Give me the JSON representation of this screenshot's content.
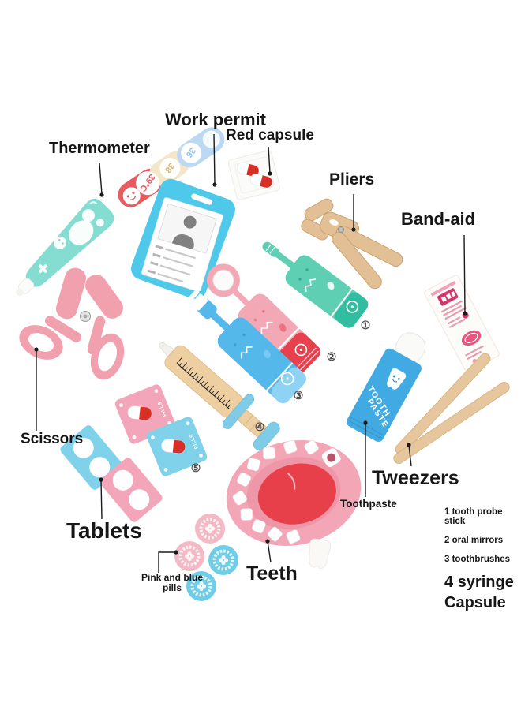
{
  "labels": {
    "thermometer": "Thermometer",
    "work_permit": "Work permit",
    "red_capsule": "Red capsule",
    "pliers": "Pliers",
    "band_aid": "Band-aid",
    "scissors": "Scissors",
    "tablets": "Tablets",
    "pink_blue_pills_line1": "Pink and blue",
    "pink_blue_pills_line2": "pills",
    "teeth": "Teeth",
    "toothpaste": "Toothpaste",
    "tweezers": "Tweezers"
  },
  "legend": [
    "1 tooth probe stick",
    "2 oral mirrors",
    "3 toothbrushes",
    "4 syringe",
    "Capsule"
  ],
  "markers": [
    "①",
    "②",
    "③",
    "④",
    "⑤"
  ],
  "strip": {
    "readings": [
      "39°C",
      "38",
      "36"
    ]
  },
  "toothpaste_tube": {
    "line1": "TOOTH",
    "line2": "PASTE"
  },
  "packs": {
    "text": "PILLS"
  },
  "colors": {
    "teal": "#5FCFB4",
    "mint": "#85DCD1",
    "badge_blue": "#4EC9EA",
    "toothbrush_blue": "#55B8EA",
    "toothpaste_blue": "#41AAE2",
    "pink": "#F3A8B6",
    "red": "#E8414E",
    "capsule_red": "#D93026",
    "wood": "#E2BF94",
    "pack_pink": "#F3A6BA",
    "pack_blue": "#7FD2EA",
    "bandaid_magenta": "#D6336C",
    "tongue_red": "#E8404B"
  }
}
